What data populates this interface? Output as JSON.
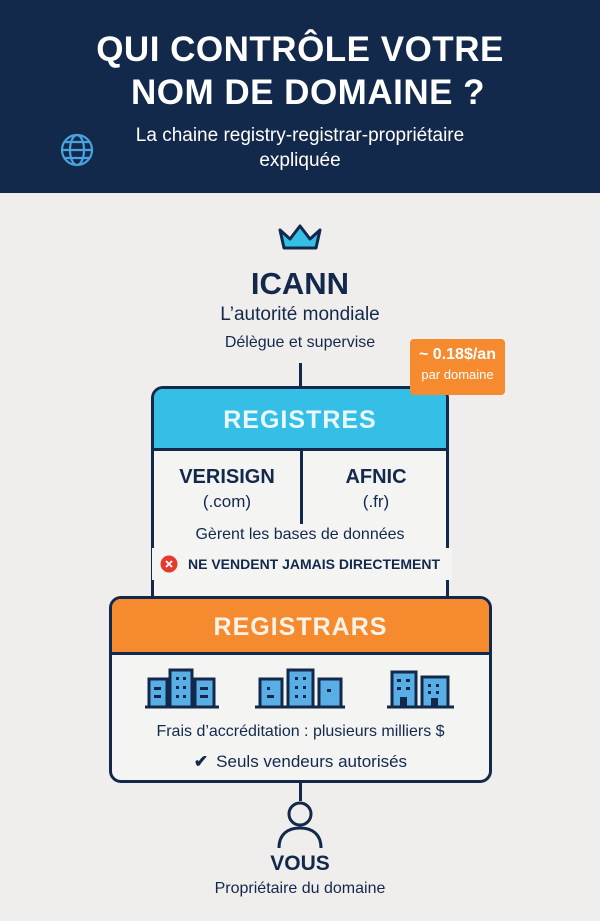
{
  "header": {
    "title_line1": "QUI CONTRÔLE VOTRE",
    "title_line2": "NOM DE DOMAINE ?",
    "subtitle_line1": "La chaine registry-registrar-propriétaire",
    "subtitle_line2": "expliquée",
    "icon": "globe-icon"
  },
  "icann": {
    "icon": "crown-icon",
    "name": "ICANN",
    "role": "L’autorité mondiale",
    "relation": "Délègue et supervise"
  },
  "fee_badge": {
    "amount": "~ 0.18$/an",
    "unit": "par domaine"
  },
  "registres": {
    "title": "REGISTRES",
    "entities": [
      {
        "name": "VERISIGN",
        "tld": "(.com)"
      },
      {
        "name": "AFNIC",
        "tld": "(.fr)"
      }
    ],
    "description": "Gèrent les bases de données",
    "warning": "NE VENDENT JAMAIS DIRECTEMENT"
  },
  "registrars": {
    "title": "REGISTRARS",
    "fee": "Frais d’accréditation : plusieurs milliers $",
    "note": "Seuls vendeurs autorisés"
  },
  "vous": {
    "icon": "person-icon",
    "name": "VOUS",
    "role": "Propriétaire du domaine"
  },
  "colors": {
    "navy": "#13294b",
    "cyan": "#36bfe6",
    "orange": "#f58a2f",
    "building": "#5aaee6",
    "red": "#e53b2c"
  }
}
